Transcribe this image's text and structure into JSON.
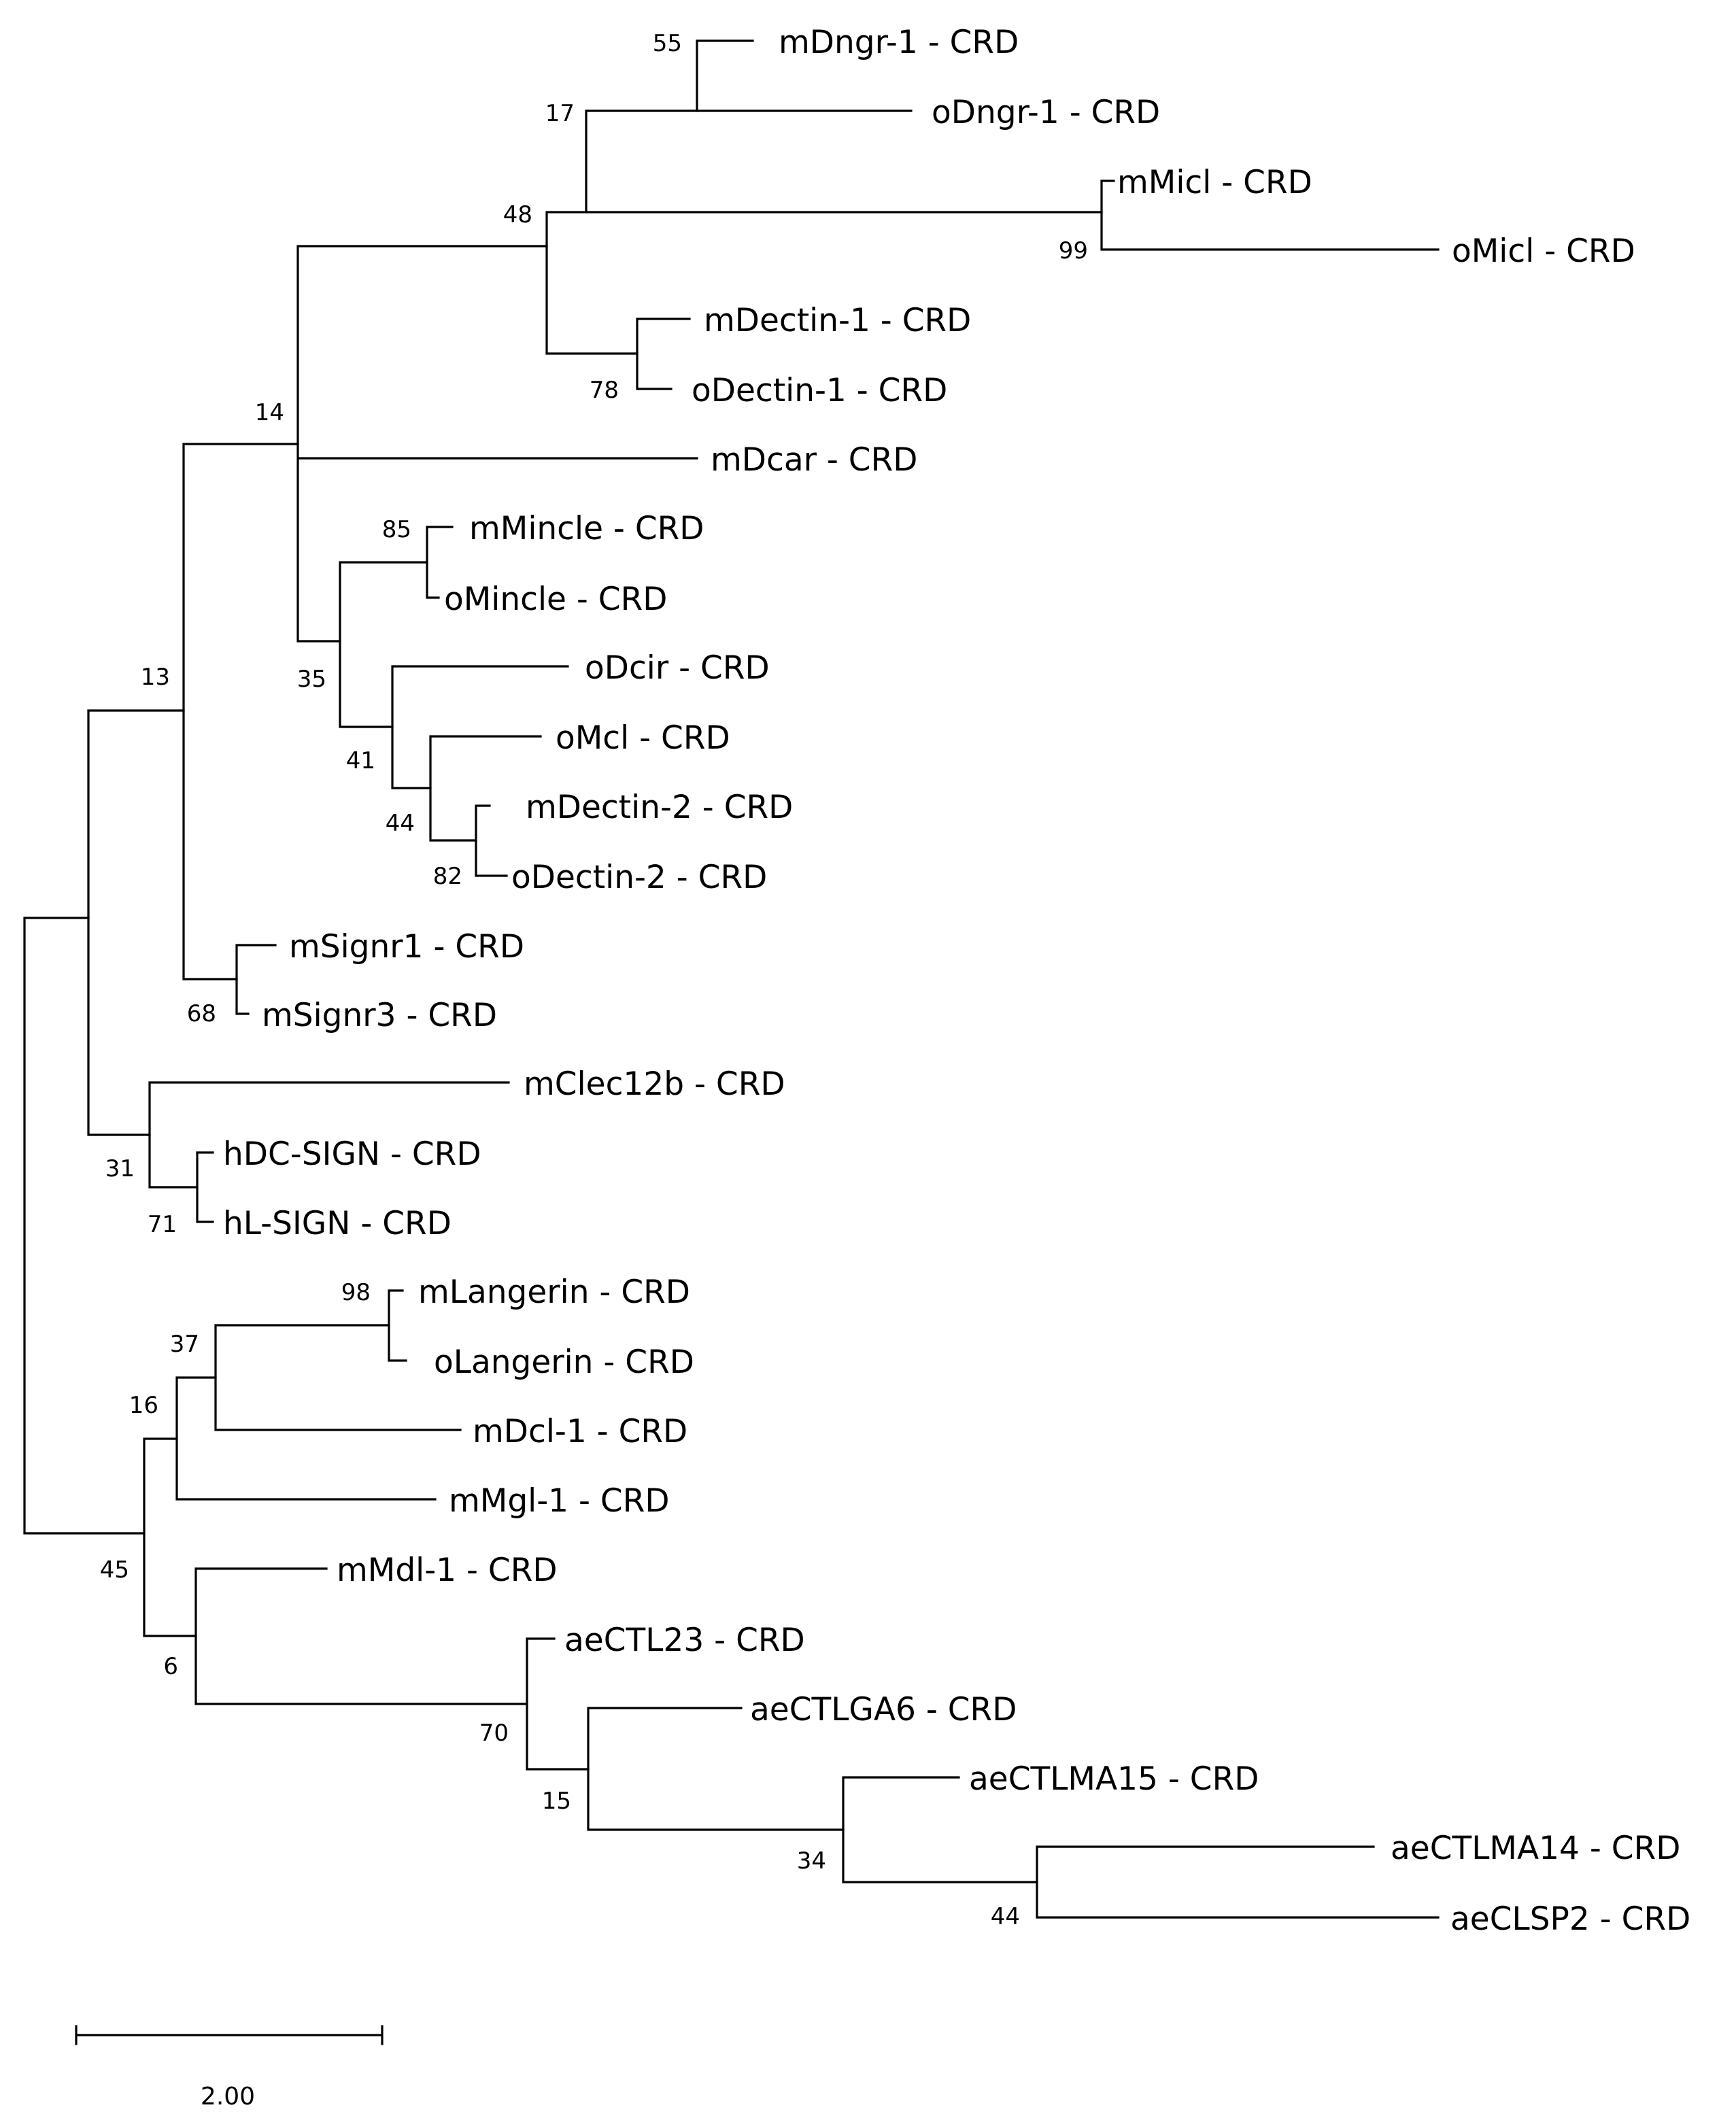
{
  "tree": {
    "leaves": [
      "mDngr-1 - CRD",
      "oDngr-1 - CRD",
      "mMicl - CRD",
      "oMicl - CRD",
      "mDectin-1 - CRD",
      "oDectin-1 - CRD",
      "mDcar - CRD",
      "mMincle - CRD",
      "oMincle - CRD",
      "oDcir - CRD",
      "oMcl - CRD",
      "mDectin-2 - CRD",
      "oDectin-2 - CRD",
      "mSignr1 - CRD",
      "mSignr3 - CRD",
      "mClec12b - CRD",
      "hDC-SIGN - CRD",
      "hL-SIGN - CRD",
      "mLangerin - CRD",
      "oLangerin - CRD",
      "mDcl-1 - CRD",
      "mMgl-1 - CRD",
      "mMdl-1 - CRD",
      "aeCTL23 - CRD",
      "aeCTLGA6 - CRD",
      "aeCTLMA15 - CRD",
      "aeCTLMA14 - CRD",
      "aeCLSP2 - CRD"
    ],
    "bootstrap": {
      "dngr": "55",
      "dngr_micl": "17",
      "micl": "99",
      "dngr_dectin1": "48",
      "dectin1": "78",
      "upper": "14",
      "mincle": "85",
      "mincle_dcir": "35",
      "dcir": "41",
      "mcl": "44",
      "dectin2": "82",
      "signr": "68",
      "main": "13",
      "sign_clade": "31",
      "sign": "71",
      "langerin": "98",
      "langerin_dcl": "37",
      "langerin_mgl": "16",
      "lower": "45",
      "mdl_ae": "6",
      "ae": "70",
      "ae_sub": "15",
      "ae_ma": "34",
      "ae_ma14": "44"
    }
  },
  "scale_bar": {
    "label": "2.00"
  }
}
